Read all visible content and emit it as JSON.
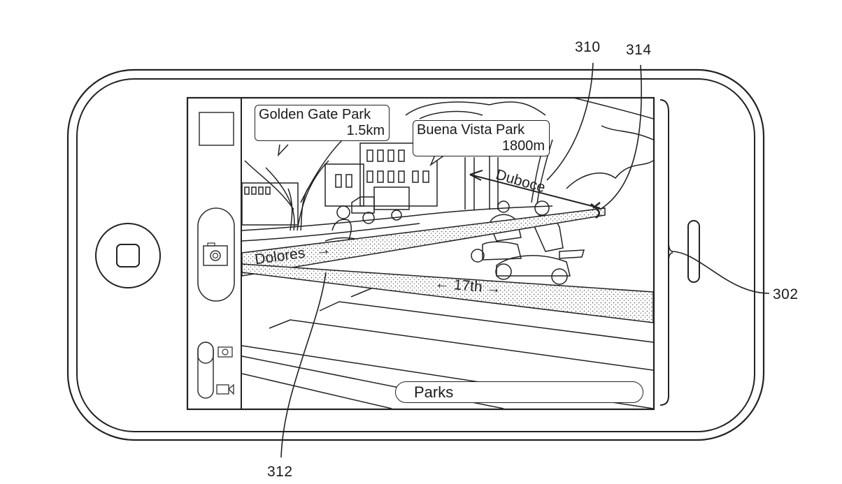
{
  "figure": {
    "type": "patent-drawing",
    "subject": "mobile phone showing augmented-reality camera view with map overlays"
  },
  "reference_numerals": {
    "device": "302",
    "street_overlay": "310",
    "crosswalk_leader": "312",
    "arrow_pointer": "314"
  },
  "sidebar": {
    "thumbnail_label": "",
    "shutter_icon": "camera-icon",
    "mode_toggle": {
      "photo_icon": "camera-icon",
      "video_icon": "video-camera-icon"
    }
  },
  "poi_callouts": [
    {
      "name": "Golden Gate Park",
      "distance": "1.5km"
    },
    {
      "name": "Buena Vista Park",
      "distance": "1800m"
    }
  ],
  "street_labels": [
    {
      "name": "Dolores",
      "arrow": "→"
    },
    {
      "name": "17th",
      "arrow_left": "←",
      "arrow_right": "→"
    },
    {
      "name": "Duboce",
      "arrow": "←"
    }
  ],
  "search": {
    "value": "Parks",
    "icon": "search-icon",
    "clear_icon": "clear-icon"
  },
  "colors": {
    "line": "#1a1a1a",
    "background": "#ffffff",
    "stipple": "#555555"
  }
}
